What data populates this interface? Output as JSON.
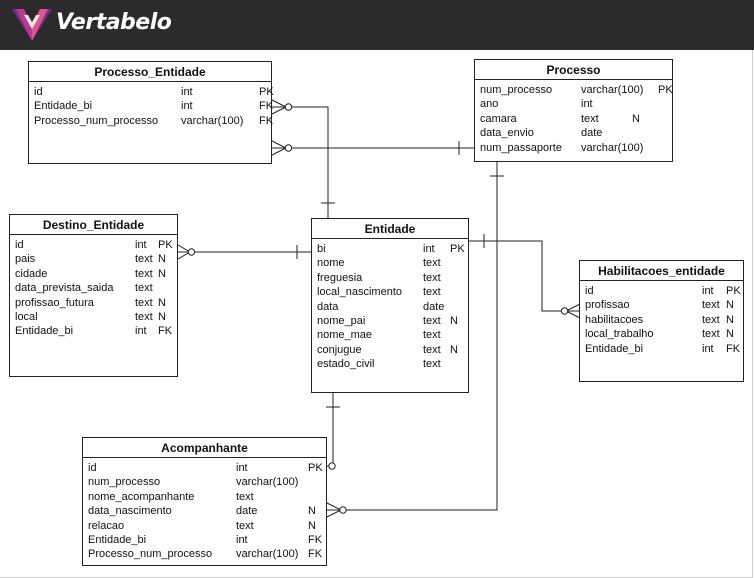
{
  "header": {
    "brand": "Vertabelo",
    "logo_icon": "vertabelo-logo-icon",
    "bg_color": "#2b2b2b"
  },
  "tables": {
    "processo_entidade": {
      "name": "Processo_Entidade",
      "columns": [
        {
          "name": "id",
          "type": "int",
          "n": "",
          "key": "PK"
        },
        {
          "name": "Entidade_bi",
          "type": "int",
          "n": "",
          "key": "FK"
        },
        {
          "name": "Processo_num_processo",
          "type": "varchar(100)",
          "n": "",
          "key": "FK"
        }
      ]
    },
    "processo": {
      "name": "Processo",
      "columns": [
        {
          "name": "num_processo",
          "type": "varchar(100)",
          "n": "",
          "key": "PK"
        },
        {
          "name": "ano",
          "type": "int",
          "n": "",
          "key": ""
        },
        {
          "name": "camara",
          "type": "text",
          "n": "N",
          "key": ""
        },
        {
          "name": "data_envio",
          "type": "date",
          "n": "",
          "key": ""
        },
        {
          "name": "num_passaporte",
          "type": "varchar(100)",
          "n": "",
          "key": ""
        }
      ]
    },
    "destino_entidade": {
      "name": "Destino_Entidade",
      "columns": [
        {
          "name": "id",
          "type": "int",
          "n": "",
          "key": "PK"
        },
        {
          "name": "pais",
          "type": "text",
          "n": "N",
          "key": ""
        },
        {
          "name": "cidade",
          "type": "text",
          "n": "N",
          "key": ""
        },
        {
          "name": "data_prevista_saida",
          "type": "text",
          "n": "",
          "key": ""
        },
        {
          "name": "profissao_futura",
          "type": "text",
          "n": "N",
          "key": ""
        },
        {
          "name": "local",
          "type": "text",
          "n": "N",
          "key": ""
        },
        {
          "name": "Entidade_bi",
          "type": "int",
          "n": "",
          "key": "FK"
        }
      ]
    },
    "entidade": {
      "name": "Entidade",
      "columns": [
        {
          "name": "bi",
          "type": "int",
          "n": "",
          "key": "PK"
        },
        {
          "name": "nome",
          "type": "text",
          "n": "",
          "key": ""
        },
        {
          "name": "freguesia",
          "type": "text",
          "n": "",
          "key": ""
        },
        {
          "name": "local_nascimento",
          "type": "text",
          "n": "",
          "key": ""
        },
        {
          "name": "data",
          "type": "date",
          "n": "",
          "key": ""
        },
        {
          "name": "nome_pai",
          "type": "text",
          "n": "N",
          "key": ""
        },
        {
          "name": "nome_mae",
          "type": "text",
          "n": "",
          "key": ""
        },
        {
          "name": "conjugue",
          "type": "text",
          "n": "N",
          "key": ""
        },
        {
          "name": "estado_civil",
          "type": "text",
          "n": "",
          "key": ""
        }
      ]
    },
    "habilitacoes_entidade": {
      "name": "Habilitacoes_entidade",
      "columns": [
        {
          "name": "id",
          "type": "int",
          "n": "",
          "key": "PK"
        },
        {
          "name": "profissao",
          "type": "text",
          "n": "N",
          "key": ""
        },
        {
          "name": "habilitacoes",
          "type": "text",
          "n": "N",
          "key": ""
        },
        {
          "name": "local_trabalho",
          "type": "text",
          "n": "N",
          "key": ""
        },
        {
          "name": "Entidade_bi",
          "type": "int",
          "n": "",
          "key": "FK"
        }
      ]
    },
    "acompanhante": {
      "name": "Acompanhante",
      "columns": [
        {
          "name": "id",
          "type": "int",
          "n": "",
          "key": "PK"
        },
        {
          "name": "num_processo",
          "type": "varchar(100)",
          "n": "",
          "key": ""
        },
        {
          "name": "nome_acompanhante",
          "type": "text",
          "n": "",
          "key": ""
        },
        {
          "name": "data_nascimento",
          "type": "date",
          "n": "N",
          "key": ""
        },
        {
          "name": "relacao",
          "type": "text",
          "n": "N",
          "key": ""
        },
        {
          "name": "Entidade_bi",
          "type": "int",
          "n": "",
          "key": "FK"
        },
        {
          "name": "Processo_num_processo",
          "type": "varchar(100)",
          "n": "",
          "key": "FK"
        }
      ]
    }
  }
}
